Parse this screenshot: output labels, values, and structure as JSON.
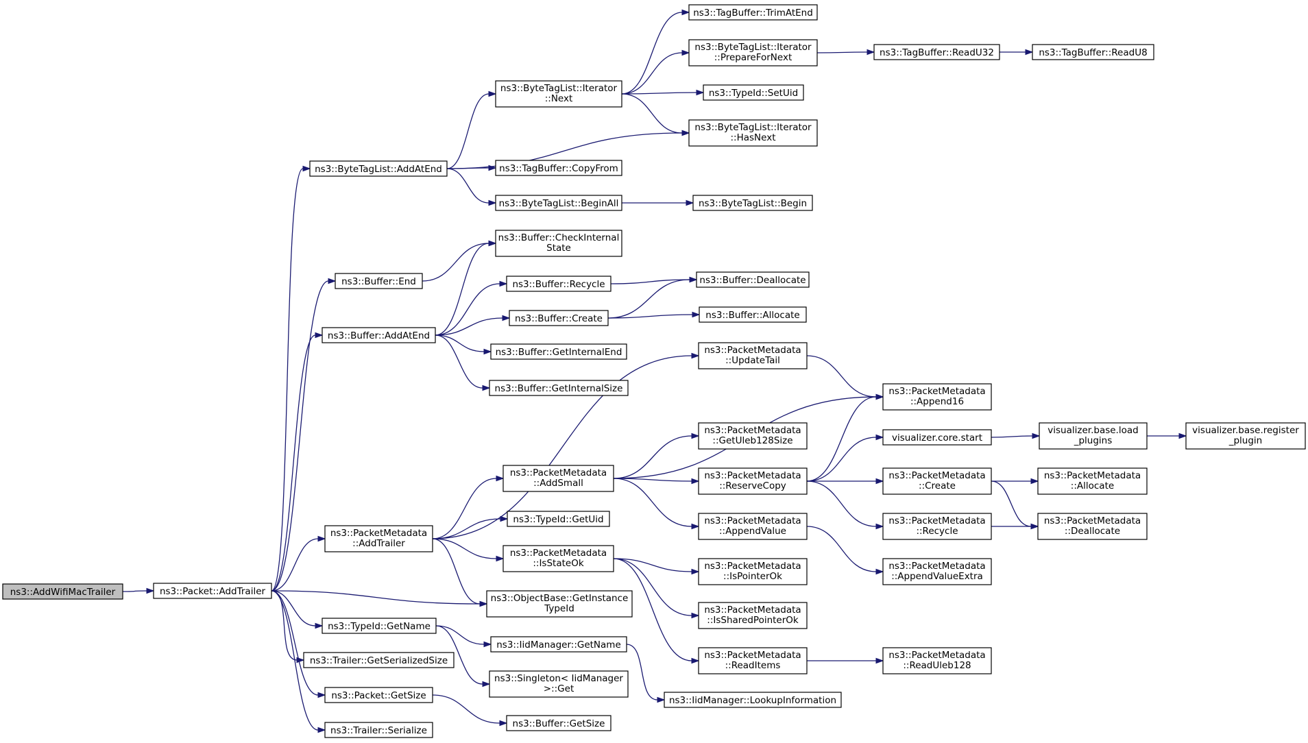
{
  "colors": {
    "edge": "#191970",
    "root_fill": "#bfbfbf",
    "node_fill": "#ffffff",
    "node_border": "#000000"
  },
  "nodes": {
    "addwifimactrailer": [
      "ns3::AddWifiMacTrailer"
    ],
    "packet_addtrailer": [
      "ns3::Packet::AddTrailer"
    ],
    "bytetaglist_addatend": [
      "ns3::ByteTagList::AddAtEnd"
    ],
    "buffer_end": [
      "ns3::Buffer::End"
    ],
    "buffer_addatend": [
      "ns3::Buffer::AddAtEnd"
    ],
    "pm_addtrailer": [
      "ns3::PacketMetadata",
      "::AddTrailer"
    ],
    "typeid_getname": [
      "ns3::TypeId::GetName"
    ],
    "trailer_getserializedsize": [
      "ns3::Trailer::GetSerializedSize"
    ],
    "packet_getsize": [
      "ns3::Packet::GetSize"
    ],
    "trailer_serialize": [
      "ns3::Trailer::Serialize"
    ],
    "btl_iterator_next": [
      "ns3::ByteTagList::Iterator",
      "::Next"
    ],
    "tagbuffer_copyfrom": [
      "ns3::TagBuffer::CopyFrom"
    ],
    "btl_beginall": [
      "ns3::ByteTagList::BeginAll"
    ],
    "buffer_checkinternalstate": [
      "ns3::Buffer::CheckInternal",
      "State"
    ],
    "buffer_recycle": [
      "ns3::Buffer::Recycle"
    ],
    "buffer_create": [
      "ns3::Buffer::Create"
    ],
    "buffer_getinternalend": [
      "ns3::Buffer::GetInternalEnd"
    ],
    "buffer_getinternalsize": [
      "ns3::Buffer::GetInternalSize"
    ],
    "pm_addsmall": [
      "ns3::PacketMetadata",
      "::AddSmall"
    ],
    "typeid_getuid": [
      "ns3::TypeId::GetUid"
    ],
    "pm_isstateok": [
      "ns3::PacketMetadata",
      "::IsStateOk"
    ],
    "objectbase_getinstancetypeid": [
      "ns3::ObjectBase::GetInstance",
      "TypeId"
    ],
    "iidmanager_getname": [
      "ns3::IidManager::GetName"
    ],
    "singleton_get": [
      "ns3::Singleton< IidManager",
      ">::Get"
    ],
    "buffer_getsize": [
      "ns3::Buffer::GetSize"
    ],
    "tagbuffer_trimatend": [
      "ns3::TagBuffer::TrimAtEnd"
    ],
    "btl_iterator_preparefornext": [
      "ns3::ByteTagList::Iterator",
      "::PrepareForNext"
    ],
    "typeid_setuid": [
      "ns3::TypeId::SetUid"
    ],
    "btl_iterator_hasnext": [
      "ns3::ByteTagList::Iterator",
      "::HasNext"
    ],
    "btl_begin": [
      "ns3::ByteTagList::Begin"
    ],
    "buffer_deallocate": [
      "ns3::Buffer::Deallocate"
    ],
    "buffer_allocate": [
      "ns3::Buffer::Allocate"
    ],
    "pm_updatetail": [
      "ns3::PacketMetadata",
      "::UpdateTail"
    ],
    "pm_getuleb128size": [
      "ns3::PacketMetadata",
      "::GetUleb128Size"
    ],
    "pm_reservecopy": [
      "ns3::PacketMetadata",
      "::ReserveCopy"
    ],
    "pm_appendvalue": [
      "ns3::PacketMetadata",
      "::AppendValue"
    ],
    "pm_ispointerok": [
      "ns3::PacketMetadata",
      "::IsPointerOk"
    ],
    "pm_issharedpointerok": [
      "ns3::PacketMetadata",
      "::IsSharedPointerOk"
    ],
    "pm_readitems": [
      "ns3::PacketMetadata",
      "::ReadItems"
    ],
    "iidmanager_lookupinformation": [
      "ns3::IidManager::LookupInformation"
    ],
    "tagbuffer_readu32": [
      "ns3::TagBuffer::ReadU32"
    ],
    "pm_append16": [
      "ns3::PacketMetadata",
      "::Append16"
    ],
    "visualizer_core_start": [
      "visualizer.core.start"
    ],
    "pm_create": [
      "ns3::PacketMetadata",
      "::Create"
    ],
    "pm_recycle": [
      "ns3::PacketMetadata",
      "::Recycle"
    ],
    "pm_appendvalueextra": [
      "ns3::PacketMetadata",
      "::AppendValueExtra"
    ],
    "pm_readuleb128": [
      "ns3::PacketMetadata",
      "::ReadUleb128"
    ],
    "tagbuffer_readu8": [
      "ns3::TagBuffer::ReadU8"
    ],
    "visualizer_base_load_plugins": [
      "visualizer.base.load",
      "_plugins"
    ],
    "pm_allocate": [
      "ns3::PacketMetadata",
      "::Allocate"
    ],
    "pm_deallocate": [
      "ns3::PacketMetadata",
      "::Deallocate"
    ],
    "visualizer_base_register_plugin": [
      "visualizer.base.register",
      "_plugin"
    ]
  },
  "edges": [
    [
      "addwifimactrailer",
      "packet_addtrailer"
    ],
    [
      "packet_addtrailer",
      "bytetaglist_addatend"
    ],
    [
      "packet_addtrailer",
      "buffer_end"
    ],
    [
      "packet_addtrailer",
      "buffer_addatend"
    ],
    [
      "packet_addtrailer",
      "pm_addtrailer"
    ],
    [
      "packet_addtrailer",
      "objectbase_getinstancetypeid"
    ],
    [
      "packet_addtrailer",
      "typeid_getname"
    ],
    [
      "packet_addtrailer",
      "trailer_getserializedsize"
    ],
    [
      "packet_addtrailer",
      "packet_getsize"
    ],
    [
      "packet_addtrailer",
      "trailer_serialize"
    ],
    [
      "bytetaglist_addatend",
      "btl_iterator_next"
    ],
    [
      "bytetaglist_addatend",
      "btl_iterator_hasnext"
    ],
    [
      "bytetaglist_addatend",
      "tagbuffer_copyfrom"
    ],
    [
      "bytetaglist_addatend",
      "btl_beginall"
    ],
    [
      "btl_iterator_next",
      "tagbuffer_trimatend"
    ],
    [
      "btl_iterator_next",
      "btl_iterator_preparefornext"
    ],
    [
      "btl_iterator_next",
      "typeid_setuid"
    ],
    [
      "btl_iterator_next",
      "btl_iterator_hasnext"
    ],
    [
      "btl_iterator_preparefornext",
      "tagbuffer_readu32"
    ],
    [
      "tagbuffer_readu32",
      "tagbuffer_readu8"
    ],
    [
      "btl_beginall",
      "btl_begin"
    ],
    [
      "buffer_end",
      "buffer_checkinternalstate"
    ],
    [
      "buffer_addatend",
      "buffer_checkinternalstate"
    ],
    [
      "buffer_addatend",
      "buffer_recycle"
    ],
    [
      "buffer_addatend",
      "buffer_create"
    ],
    [
      "buffer_addatend",
      "buffer_getinternalend"
    ],
    [
      "buffer_addatend",
      "buffer_getinternalsize"
    ],
    [
      "buffer_recycle",
      "buffer_deallocate"
    ],
    [
      "buffer_create",
      "buffer_deallocate"
    ],
    [
      "buffer_create",
      "buffer_allocate"
    ],
    [
      "pm_addtrailer",
      "pm_updatetail"
    ],
    [
      "pm_addtrailer",
      "pm_addsmall"
    ],
    [
      "pm_addtrailer",
      "typeid_getuid"
    ],
    [
      "pm_addtrailer",
      "pm_isstateok"
    ],
    [
      "pm_addtrailer",
      "objectbase_getinstancetypeid"
    ],
    [
      "pm_updatetail",
      "pm_append16"
    ],
    [
      "pm_addsmall",
      "pm_append16"
    ],
    [
      "pm_addsmall",
      "pm_getuleb128size"
    ],
    [
      "pm_addsmall",
      "pm_reservecopy"
    ],
    [
      "pm_addsmall",
      "pm_appendvalue"
    ],
    [
      "pm_reservecopy",
      "pm_append16"
    ],
    [
      "pm_reservecopy",
      "visualizer_core_start"
    ],
    [
      "pm_reservecopy",
      "pm_create"
    ],
    [
      "pm_reservecopy",
      "pm_recycle"
    ],
    [
      "visualizer_core_start",
      "visualizer_base_load_plugins"
    ],
    [
      "visualizer_base_load_plugins",
      "visualizer_base_register_plugin"
    ],
    [
      "pm_create",
      "pm_allocate"
    ],
    [
      "pm_create",
      "pm_deallocate"
    ],
    [
      "pm_recycle",
      "pm_deallocate"
    ],
    [
      "pm_appendvalue",
      "pm_appendvalueextra"
    ],
    [
      "pm_isstateok",
      "pm_ispointerok"
    ],
    [
      "pm_isstateok",
      "pm_issharedpointerok"
    ],
    [
      "pm_isstateok",
      "pm_readitems"
    ],
    [
      "pm_readitems",
      "pm_readuleb128"
    ],
    [
      "typeid_getname",
      "iidmanager_getname"
    ],
    [
      "typeid_getname",
      "singleton_get"
    ],
    [
      "iidmanager_getname",
      "iidmanager_lookupinformation"
    ],
    [
      "packet_getsize",
      "buffer_getsize"
    ]
  ]
}
